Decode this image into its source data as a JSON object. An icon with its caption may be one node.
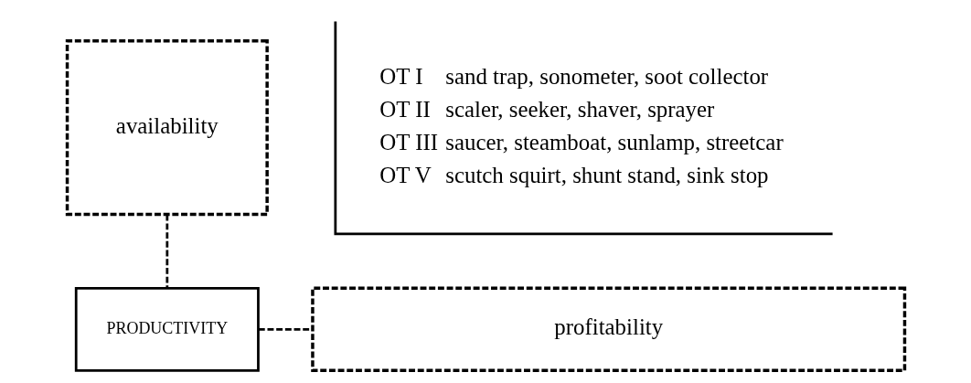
{
  "diagram": {
    "nodes": [
      {
        "text": [
          "availability"
        ]
      },
      {
        "text": [
          "PRODUCTIVITY"
        ]
      },
      {
        "text": [
          "profitability"
        ]
      }
    ],
    "edges": [
      {
        "from": 0,
        "to": 1,
        "arrow": "none",
        "style": "dashed"
      },
      {
        "from": 1,
        "to": 2,
        "arrow": "none",
        "style": "dashed"
      }
    ],
    "labels": [
      "OT I",
      "sand trap, sonometer, soot collector",
      "OT II",
      "scaler, seeker, shaver, sprayer",
      "OT III",
      "saucer, steamboat, sunlamp, streetcar",
      "OT V",
      "scutch squirt, shunt stand, sink stop"
    ]
  }
}
